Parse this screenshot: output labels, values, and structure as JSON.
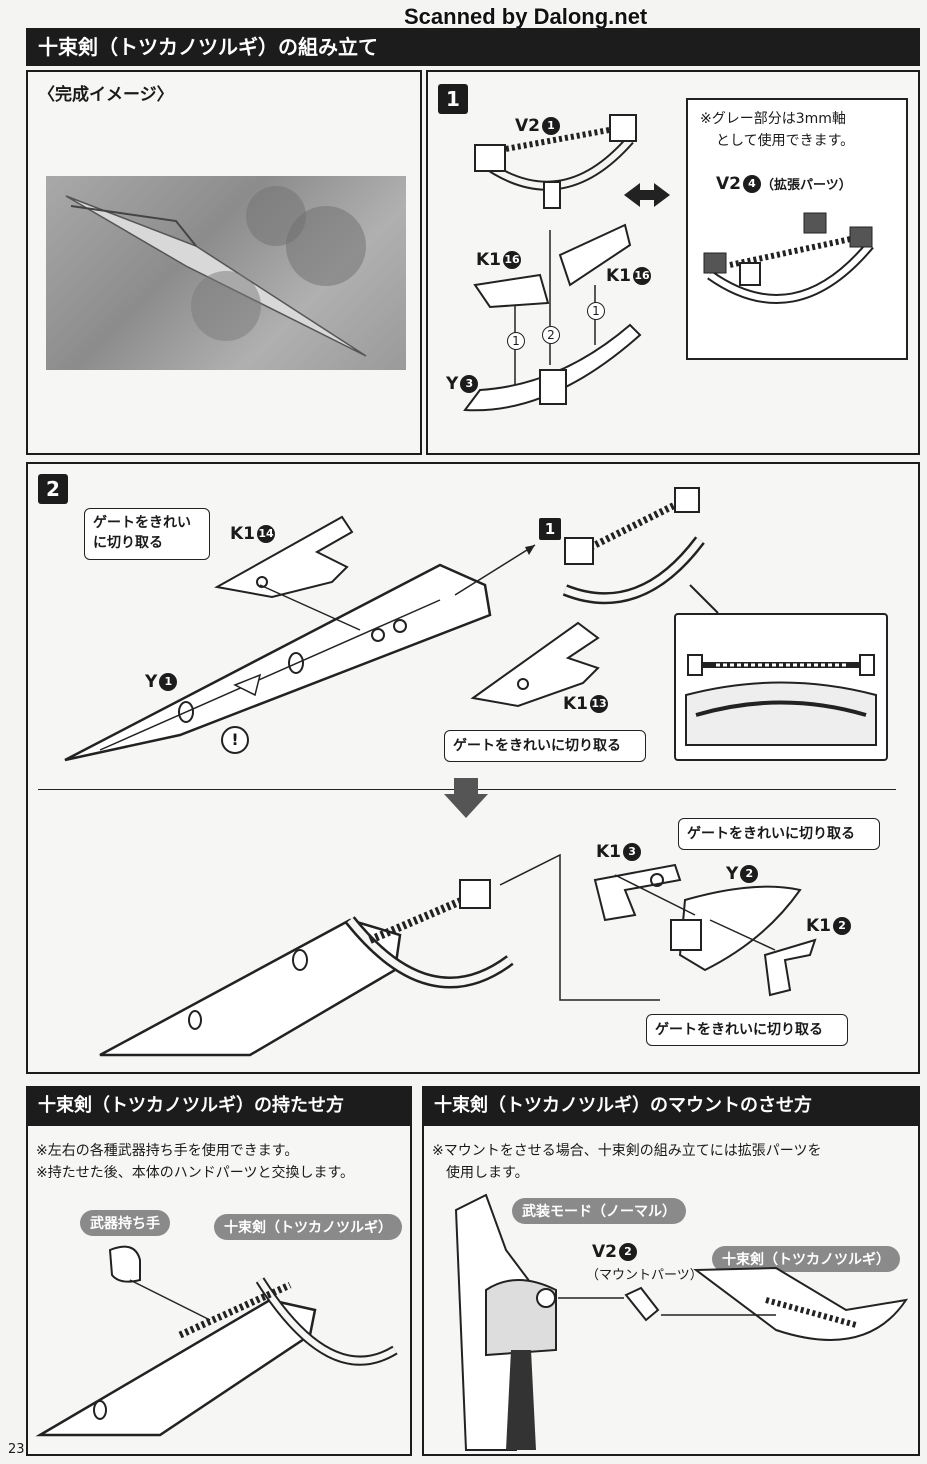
{
  "watermark": "Scanned by Dalong.net",
  "main": {
    "title": "十束剣（トツカノツルギ）の組み立て",
    "preview_label": "〈完成イメージ〉"
  },
  "step1": {
    "number": "1",
    "v2_label": "V2",
    "v2_num": "1",
    "k1_left_label": "K1",
    "k1_left_num": "16",
    "k1_right_label": "K1",
    "k1_right_num": "16",
    "y_label": "Y",
    "y_num": "3",
    "order_1a": "1",
    "order_2": "2",
    "order_1b": "1",
    "inset_note_1": "※グレー部分は3mm軸",
    "inset_note_2": "として使用できます。",
    "inset_v2_label": "V2",
    "inset_v2_num": "4",
    "inset_v2_suffix": "（拡張パーツ）"
  },
  "step2": {
    "number": "2",
    "callout_gate_1a": "ゲートをきれい",
    "callout_gate_1b": "に切り取る",
    "k1_14_label": "K1",
    "k1_14_num": "14",
    "step_ref": "1",
    "y1_label": "Y",
    "y1_num": "1",
    "warning": "!",
    "k1_13_label": "K1",
    "k1_13_num": "13",
    "callout_gate_2": "ゲートをきれいに切り取る",
    "callout_gate_3": "ゲートをきれいに切り取る",
    "k1_3_label": "K1",
    "k1_3_num": "3",
    "y2_label": "Y",
    "y2_num": "2",
    "k1_2_label": "K1",
    "k1_2_num": "2",
    "callout_gate_4": "ゲートをきれいに切り取る"
  },
  "hold": {
    "title": "十束剣（トツカノツルギ）の持たせ方",
    "note_1": "※左右の各種武器持ち手を使用できます。",
    "note_2": "※持たせた後、本体のハンドパーツと交換します。",
    "pill_hand": "武器持ち手",
    "pill_sword": "十束剣（トツカノツルギ）"
  },
  "mount": {
    "title": "十束剣（トツカノツルギ）のマウントのさせ方",
    "note_1": "※マウントをさせる場合、十束剣の組み立てには拡張パーツを",
    "note_2": "　使用します。",
    "pill_mode": "武装モード（ノーマル）",
    "v2_label": "V2",
    "v2_num": "2",
    "v2_sub": "（マウントパーツ）",
    "pill_sword": "十束剣（トツカノツルギ）"
  },
  "page_number": "23",
  "colors": {
    "bar": "#1c1c1c",
    "pill": "#8a8a8a",
    "paper": "#f4f4f2"
  }
}
